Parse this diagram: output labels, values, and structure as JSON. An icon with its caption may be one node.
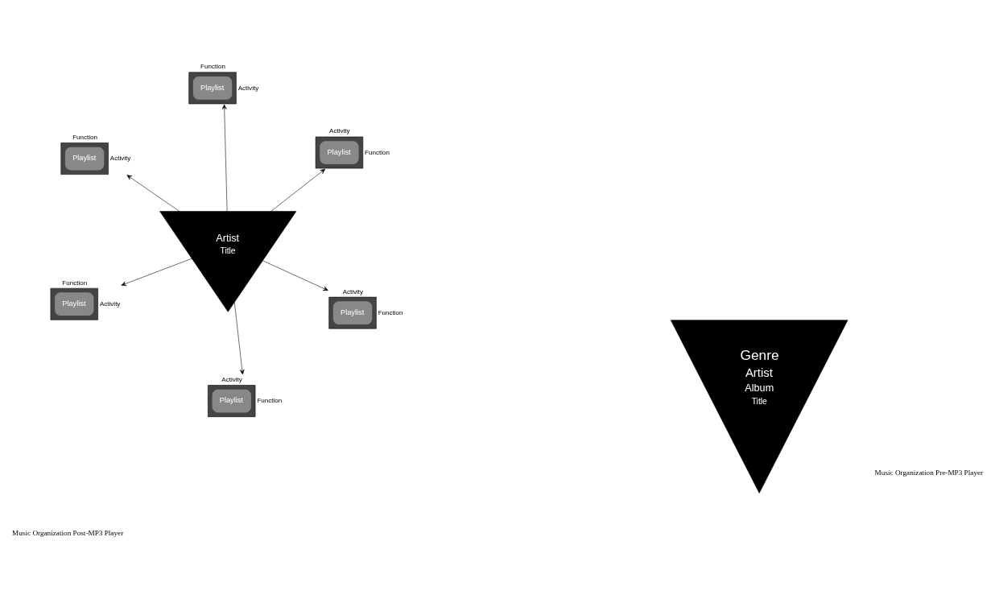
{
  "diagram": {
    "nodes": [
      {
        "text": [
          "Artist",
          "Title"
        ]
      },
      {
        "text": [
          "Playlist"
        ],
        "beside": [
          "Activity",
          "Function"
        ]
      },
      {
        "text": [
          "Playlist"
        ],
        "beside": [
          "Activity",
          "Function"
        ]
      },
      {
        "text": [
          "Playlist"
        ],
        "beside": [
          "Function",
          "Activity"
        ]
      },
      {
        "text": [
          "Playlist"
        ],
        "beside": [
          "Activity",
          "Function"
        ]
      },
      {
        "text": [
          "Playlist"
        ],
        "beside": [
          "Function",
          "Activity"
        ]
      },
      {
        "text": [
          "Playlist"
        ],
        "beside": [
          "Function",
          "Activity"
        ]
      },
      {
        "text": [
          "Genre",
          "Artist",
          "Album",
          "Title"
        ]
      }
    ],
    "edges": [
      {
        "from": 0,
        "to": 1,
        "arrow": "to"
      },
      {
        "from": 0,
        "to": 2,
        "arrow": "to"
      },
      {
        "from": 0,
        "to": 3,
        "arrow": "to"
      },
      {
        "from": 0,
        "to": 4,
        "arrow": "to"
      },
      {
        "from": 0,
        "to": 5,
        "arrow": "to"
      },
      {
        "from": 0,
        "to": 6,
        "arrow": "to"
      }
    ],
    "labels": [
      "Music Organization Post-MP3 Player",
      "Music Organization Pre-MP3 Player"
    ]
  }
}
